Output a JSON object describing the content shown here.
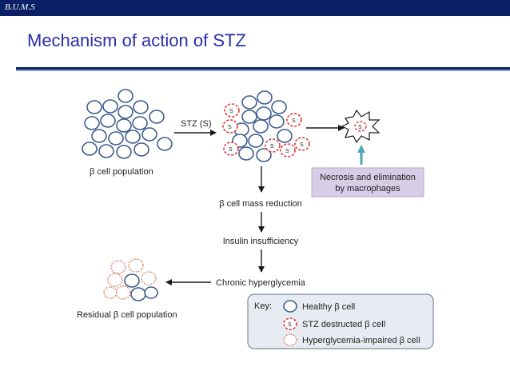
{
  "header": {
    "org": "B.U.M.S"
  },
  "slide": {
    "title": "Mechanism of action of STZ"
  },
  "diagram": {
    "population_label": "β cell population",
    "stz_label": "STZ (S)",
    "s_mark": "S",
    "necrosis_line1": "Necrosis and elimination",
    "necrosis_line2": "by macrophages",
    "mass_reduction": "β cell mass reduction",
    "insulin": "Insulin insufficiency",
    "hyperglycemia": "Chronic hyperglycemia",
    "residual": "Residual β cell population",
    "key": {
      "title": "Key:",
      "healthy": "Healthy β cell",
      "destructed": "STZ destructed β cell",
      "impaired": "Hyperglycemia-impaired β cell"
    },
    "colors": {
      "healthy": "#3f5f8f",
      "destructed": "#e0343a",
      "impaired": "#d0775a",
      "necrosis_box": "#d7cde6",
      "key_box": "#e7ecf2",
      "arrow": "#1a1a1a",
      "macrophage_arrow": "#4aa6b8"
    }
  }
}
